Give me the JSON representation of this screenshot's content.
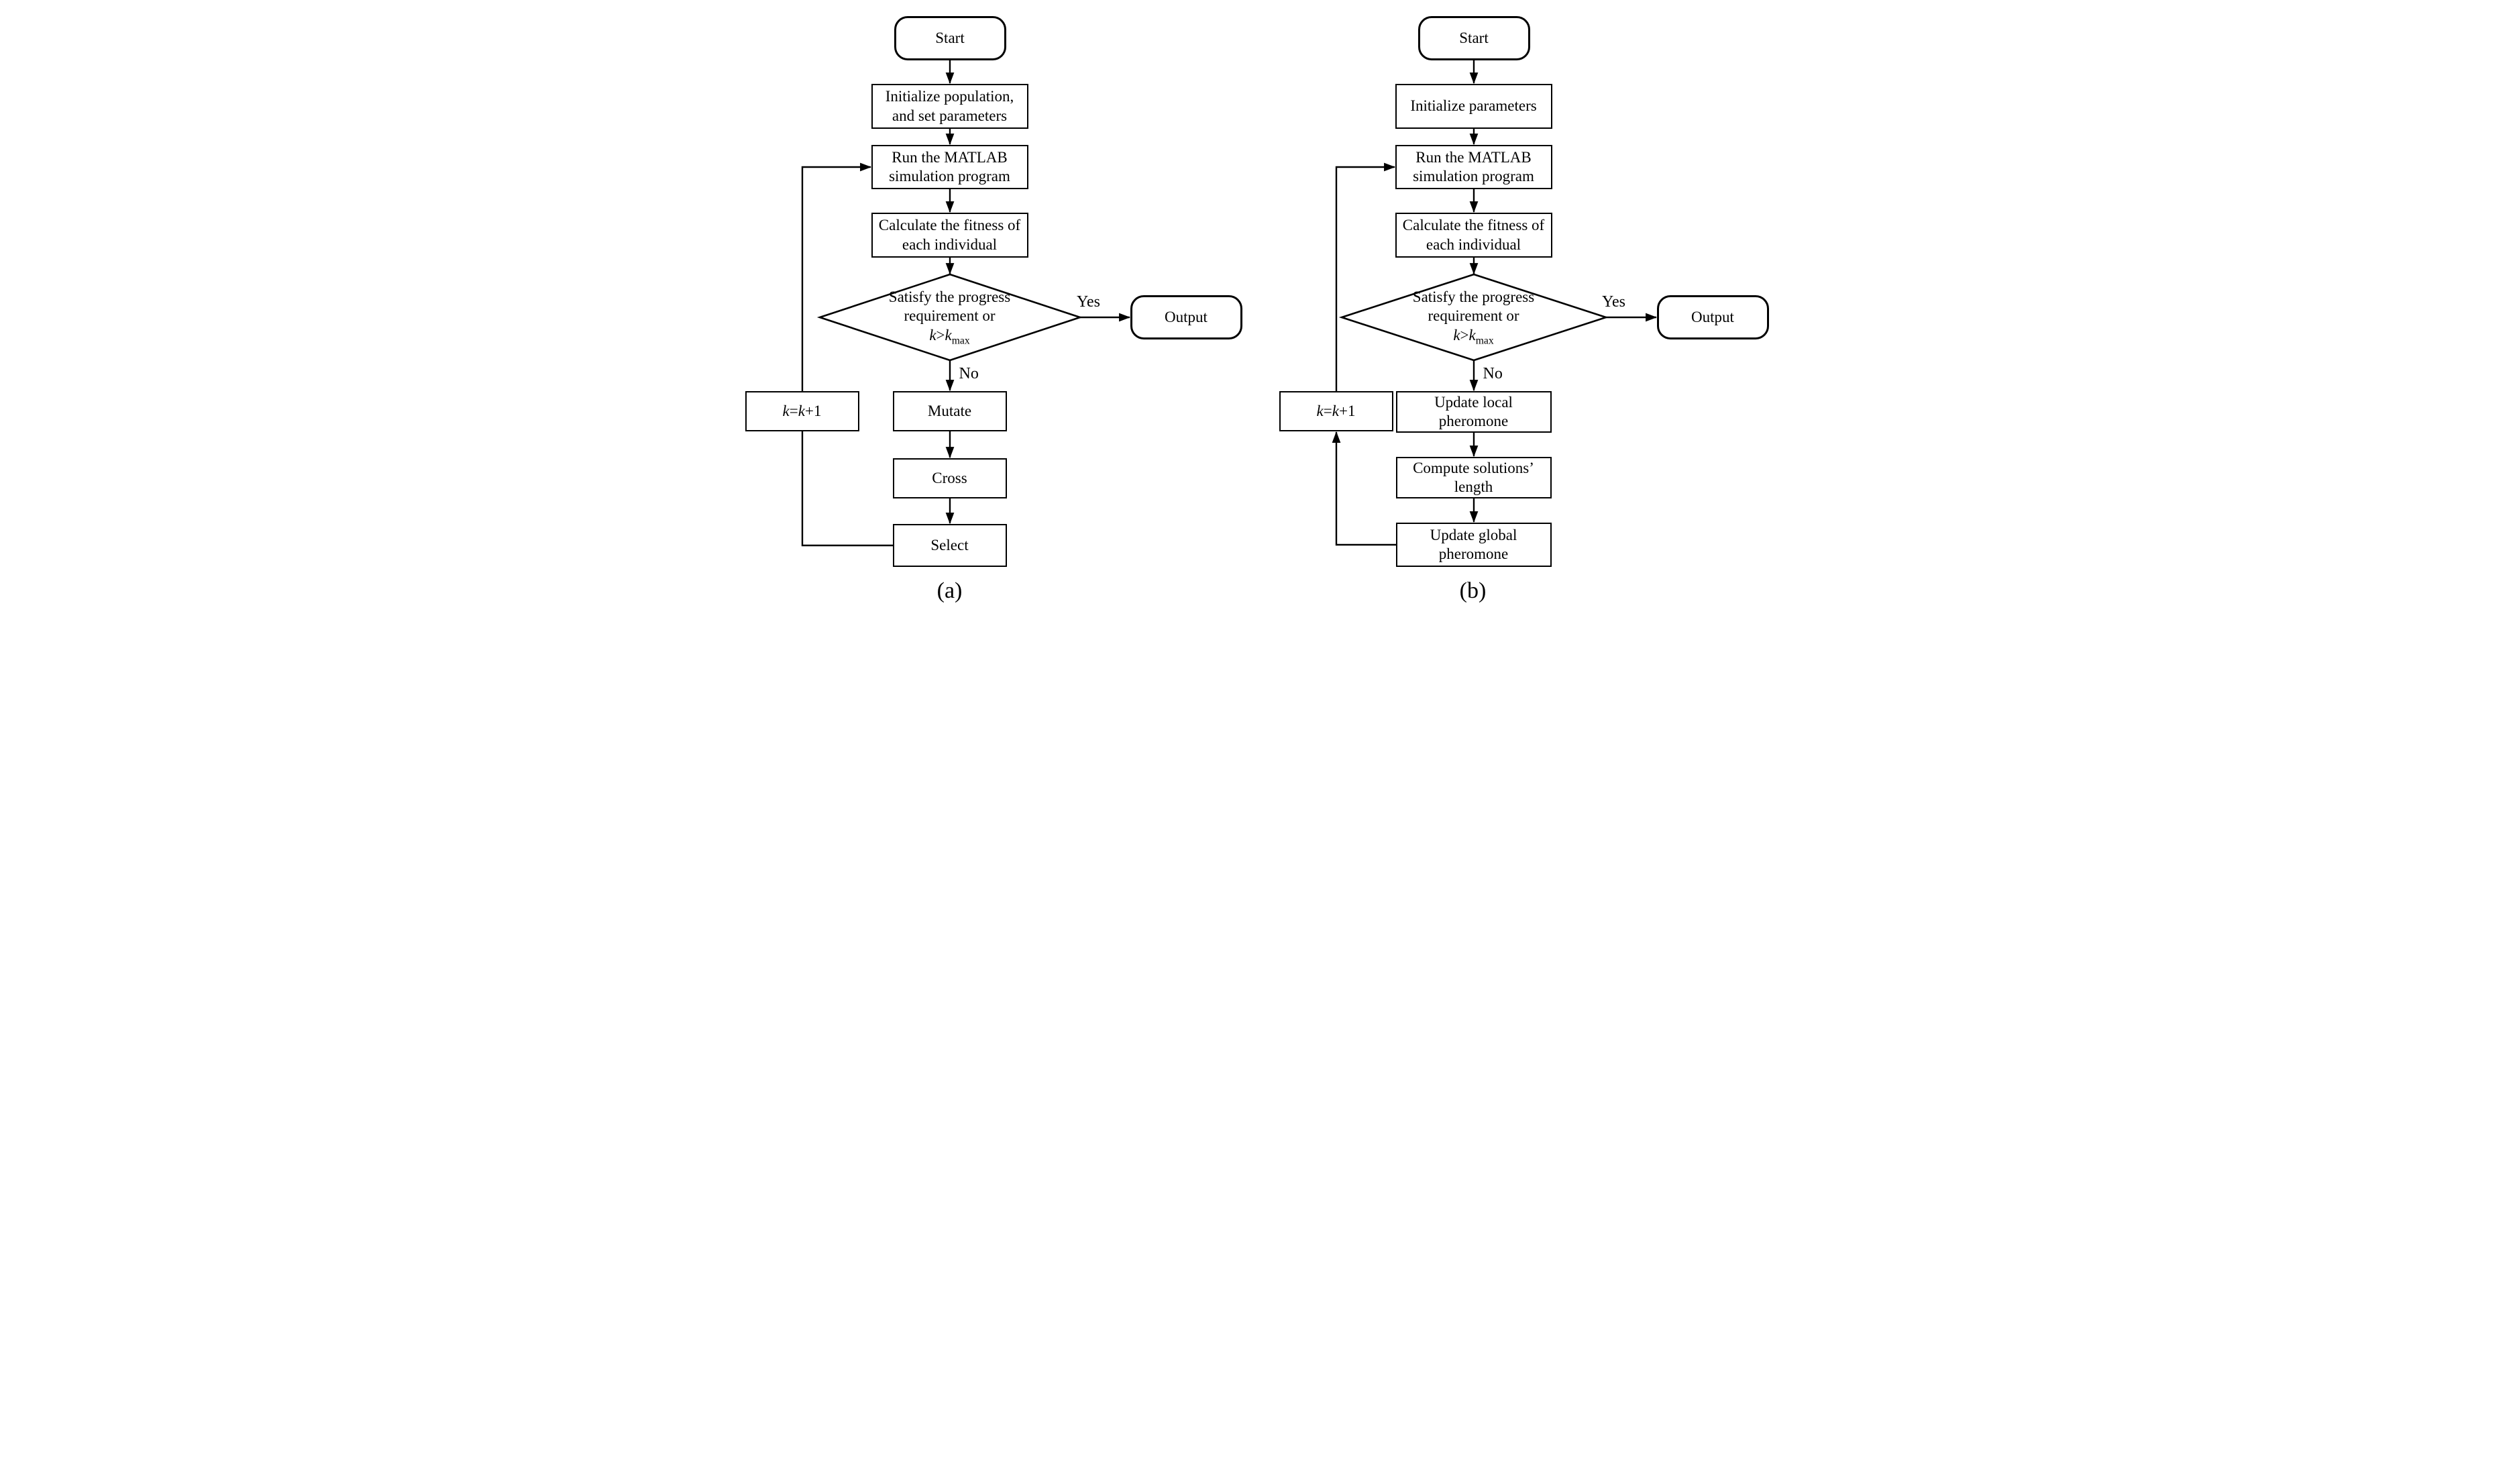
{
  "colors": {
    "background": "#ffffff",
    "ink": "#000000"
  },
  "math": {
    "k": "k",
    "eq": "=",
    "gt": ">",
    "plus_one": "+1",
    "max_sub": "max"
  },
  "edge_labels": {
    "yes": "Yes",
    "no": "No"
  },
  "captions": {
    "a": "(a)",
    "b": "(b)"
  },
  "chart_a": {
    "start": "Start",
    "init_line1": "Initialize population,",
    "init_line2": "and set parameters",
    "run_line1": "Run the MATLAB",
    "run_line2": "simulation program",
    "calc_line1": "Calculate the fitness of",
    "calc_line2": "each individual",
    "decision_line1": "Satisfy the progress",
    "decision_line2": "requirement or",
    "output": "Output",
    "mutate": "Mutate",
    "cross": "Cross",
    "select": "Select"
  },
  "chart_b": {
    "start": "Start",
    "init": "Initialize  parameters",
    "run_line1": "Run the MATLAB",
    "run_line2": "simulation program",
    "calc_line1": "Calculate the fitness of",
    "calc_line2": "each individual",
    "decision_line1": "Satisfy the progress",
    "decision_line2": "requirement or",
    "output": "Output",
    "local_line1": "Update local",
    "local_line2": "pheromone",
    "compute_line1": "Compute solutions’",
    "compute_line2": "length",
    "global_line1": "Update global",
    "global_line2": "pheromone"
  }
}
